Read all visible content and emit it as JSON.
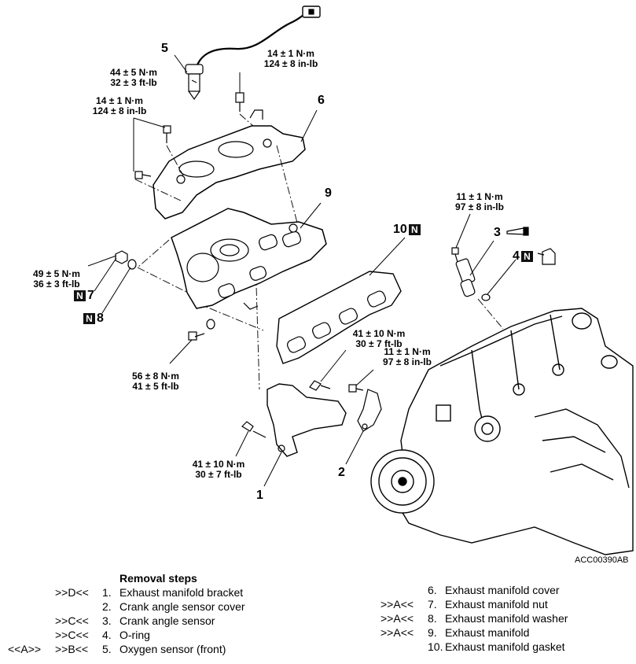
{
  "torques": {
    "t5": [
      "44 ± 5 N·m",
      "32 ± 3 ft-lb"
    ],
    "t_sensor_cover_top": [
      "14 ± 1 N·m",
      "124 ± 8 in-lb"
    ],
    "t_cover_left": [
      "14 ± 1 N·m",
      "124 ± 8 in-lb"
    ],
    "t_crank_bolt": [
      "11 ± 1 N·m",
      "97 ± 8 in-lb"
    ],
    "t_nut7": [
      "49 ± 5 N·m",
      "36 ± 3 ft-lb"
    ],
    "t_bolt_lower": [
      "56 ± 8 N·m",
      "41 ± 5 ft-lb"
    ],
    "t_bracket_upper": [
      "41 ± 10 N·m",
      "30 ± 7 ft-lb"
    ],
    "t_bracket_small": [
      "11 ± 1 N·m",
      "97 ± 8 in-lb"
    ],
    "t_bracket_lower": [
      "41 ± 10 N·m",
      "30 ± 7 ft-lb"
    ]
  },
  "callouts": {
    "c1": "1",
    "c2": "2",
    "c3": "3",
    "c4": "4",
    "c5": "5",
    "c6": "6",
    "c7": "7",
    "c8": "8",
    "c9": "9",
    "c10": "10",
    "n_symbol": "N"
  },
  "figure_code": "ACC00390AB",
  "steps": {
    "title": "Removal steps",
    "left": [
      {
        "ref1": "",
        "ref2": ">>D<<",
        "num": "1.",
        "label": "Exhaust manifold bracket"
      },
      {
        "ref1": "",
        "ref2": "",
        "num": "2.",
        "label": "Crank angle sensor cover"
      },
      {
        "ref1": "",
        "ref2": ">>C<<",
        "num": "3.",
        "label": "Crank angle sensor"
      },
      {
        "ref1": "",
        "ref2": ">>C<<",
        "num": "4.",
        "label": "O-ring"
      },
      {
        "ref1": "<<A>>",
        "ref2": ">>B<<",
        "num": "5.",
        "label": "Oxygen sensor (front)"
      }
    ],
    "right": [
      {
        "ref": "",
        "num": "6.",
        "label": "Exhaust manifold cover"
      },
      {
        "ref": ">>A<<",
        "num": "7.",
        "label": "Exhaust manifold nut"
      },
      {
        "ref": ">>A<<",
        "num": "8.",
        "label": "Exhaust manifold washer"
      },
      {
        "ref": ">>A<<",
        "num": "9.",
        "label": "Exhaust manifold"
      },
      {
        "ref": "",
        "num": "10.",
        "label": "Exhaust manifold gasket"
      }
    ]
  }
}
